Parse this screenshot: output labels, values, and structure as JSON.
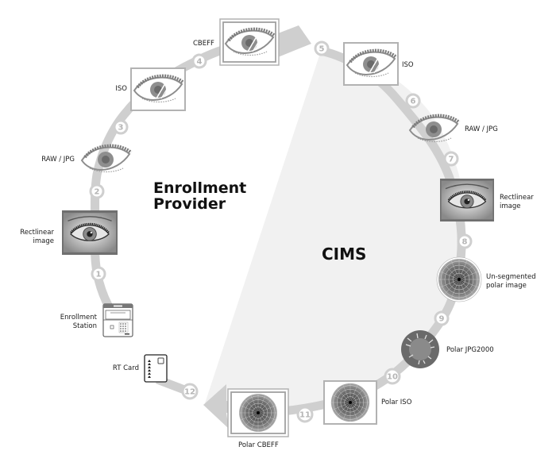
{
  "regions": {
    "enrollment_provider": "Enrollment Provider",
    "enrollment_provider_line1": "Enrollment",
    "enrollment_provider_line2": "Provider",
    "cims": "CIMS"
  },
  "colors": {
    "path": "#cfcfcf",
    "cims_region": "#f1f1f1",
    "step_ring": "#cfcfcf",
    "step_number": "#b5b5b5",
    "text": "#1a1a1a",
    "frame": "#a9a9a9",
    "frame_dark": "#6f6f6f"
  },
  "steps": [
    {
      "number": "1"
    },
    {
      "number": "2"
    },
    {
      "number": "3"
    },
    {
      "number": "4"
    },
    {
      "number": "5"
    },
    {
      "number": "6"
    },
    {
      "number": "7"
    },
    {
      "number": "8"
    },
    {
      "number": "9"
    },
    {
      "number": "10"
    },
    {
      "number": "11"
    },
    {
      "number": "12"
    }
  ],
  "nodes": {
    "enrollment_station": {
      "line1": "Enrollment",
      "line2": "Station",
      "icon": "enrollment-station-icon"
    },
    "rectlinear_left": {
      "line1": "Rectlinear",
      "line2": "image",
      "icon": "eye-photo-icon"
    },
    "raw_jpg_left": {
      "label": "RAW / JPG",
      "icon": "eye-sketch-icon"
    },
    "iso_left": {
      "label": "ISO",
      "icon": "eye-framed-icon"
    },
    "cbeff_left": {
      "label": "CBEFF",
      "icon": "eye-double-framed-icon"
    },
    "iso_right": {
      "label": "ISO",
      "icon": "eye-framed-icon"
    },
    "raw_jpg_right": {
      "label": "RAW / JPG",
      "icon": "eye-sketch-icon"
    },
    "rectlinear_right": {
      "line1": "Rectlinear",
      "line2": "image",
      "icon": "eye-photo-icon"
    },
    "unsegmented_polar": {
      "line1": "Un-segmented",
      "line2": "polar image",
      "icon": "polar-grid-icon"
    },
    "polar_jpg2000": {
      "label": "Polar JPG2000",
      "icon": "polar-blob-icon"
    },
    "polar_iso": {
      "label": "Polar ISO",
      "icon": "polar-framed-icon"
    },
    "polar_cbeff": {
      "label": "Polar CBEFF",
      "icon": "polar-double-framed-icon"
    },
    "rt_card": {
      "label": "RT Card",
      "icon": "rt-card-icon"
    }
  }
}
